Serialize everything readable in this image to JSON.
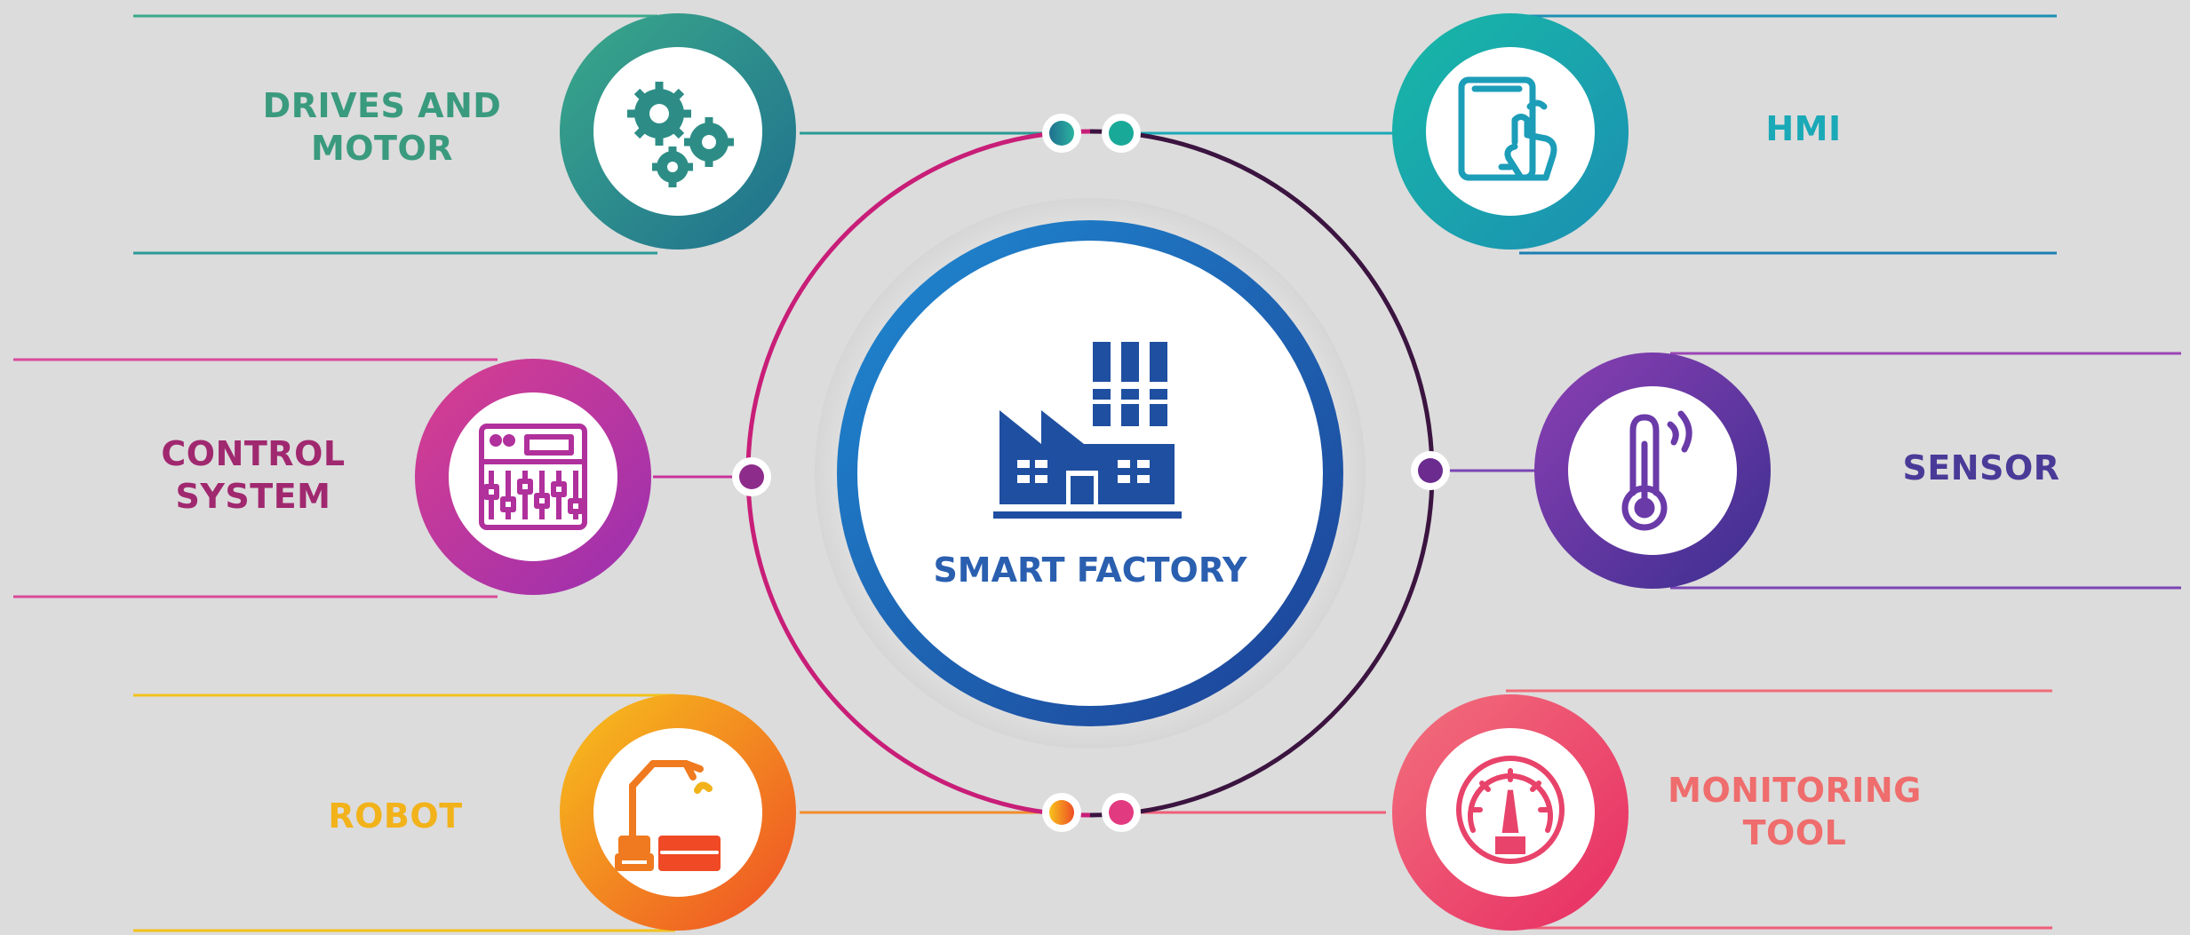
{
  "center": {
    "label": "SMART FACTORY",
    "icon": "factory-icon",
    "color": "#2a5fb0"
  },
  "nodes": [
    {
      "id": "drives-motor",
      "lines": [
        "DRIVES AND",
        "MOTOR"
      ],
      "icon": "gears-icon",
      "color_a": "#3aa98a",
      "color_b": "#1f6f8e",
      "label_color": "#3a9a7e"
    },
    {
      "id": "hmi",
      "lines": [
        "HMI"
      ],
      "icon": "tablet-touch-icon",
      "color_a": "#17b8a6",
      "color_b": "#1c8fb3",
      "label_color": "#1aa9b7"
    },
    {
      "id": "control-system",
      "lines": [
        "CONTROL",
        "SYSTEM"
      ],
      "icon": "control-panel-icon",
      "color_a": "#d93f8f",
      "color_b": "#9a2fb0",
      "label_color": "#a0286f"
    },
    {
      "id": "sensor",
      "lines": [
        "SENSOR"
      ],
      "icon": "thermometer-sensor-icon",
      "color_a": "#8c3fb3",
      "color_b": "#3b2f8f",
      "label_color": "#4a3a98"
    },
    {
      "id": "robot",
      "lines": [
        "ROBOT"
      ],
      "icon": "robot-arm-icon",
      "color_a": "#f7c21c",
      "color_b": "#ee4e25",
      "label_color": "#f2b21a"
    },
    {
      "id": "monitoring-tool",
      "lines": [
        "MONITORING",
        "TOOL"
      ],
      "icon": "gauge-icon",
      "color_a": "#f2707c",
      "color_b": "#e72c63",
      "label_color": "#ef6d6d"
    }
  ],
  "ring_colors": {
    "left": "#c81e78",
    "right": "#3b1440",
    "junction_left": "#8e2c8c",
    "junction_right": "#6b2b8f"
  }
}
